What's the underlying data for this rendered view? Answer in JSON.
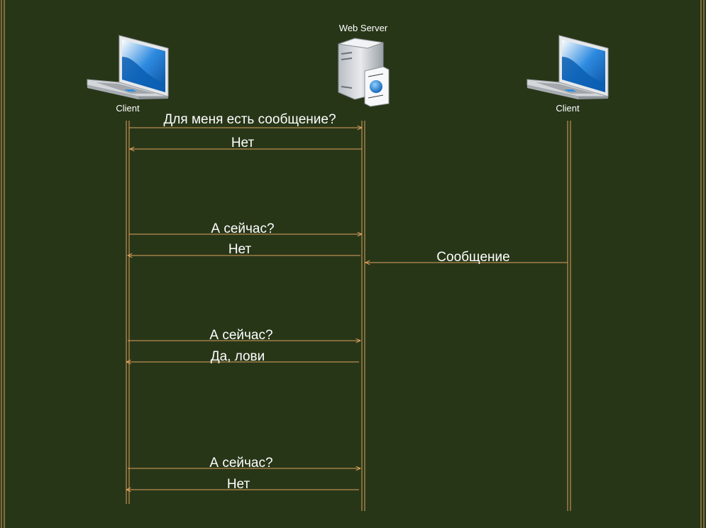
{
  "participants": {
    "client_left": {
      "label": "Client"
    },
    "server": {
      "label": "Web Server"
    },
    "client_right": {
      "label": "Client"
    }
  },
  "messages": [
    {
      "text": "Для меня есть сообщение?",
      "from": "client_left",
      "to": "server"
    },
    {
      "text": "Нет",
      "from": "server",
      "to": "client_left"
    },
    {
      "text": "А сейчас?",
      "from": "client_left",
      "to": "server"
    },
    {
      "text": "Нет",
      "from": "server",
      "to": "client_left"
    },
    {
      "text": "Сообщение",
      "from": "client_right",
      "to": "server"
    },
    {
      "text": "А сейчас?",
      "from": "client_left",
      "to": "server"
    },
    {
      "text": "Да, лови",
      "from": "server",
      "to": "client_left"
    },
    {
      "text": "А сейчас?",
      "from": "client_left",
      "to": "server"
    },
    {
      "text": "Нет",
      "from": "server",
      "to": "client_left"
    }
  ],
  "colors": {
    "background": "#283618",
    "line": "#dda15e",
    "text": "#ffffff"
  }
}
